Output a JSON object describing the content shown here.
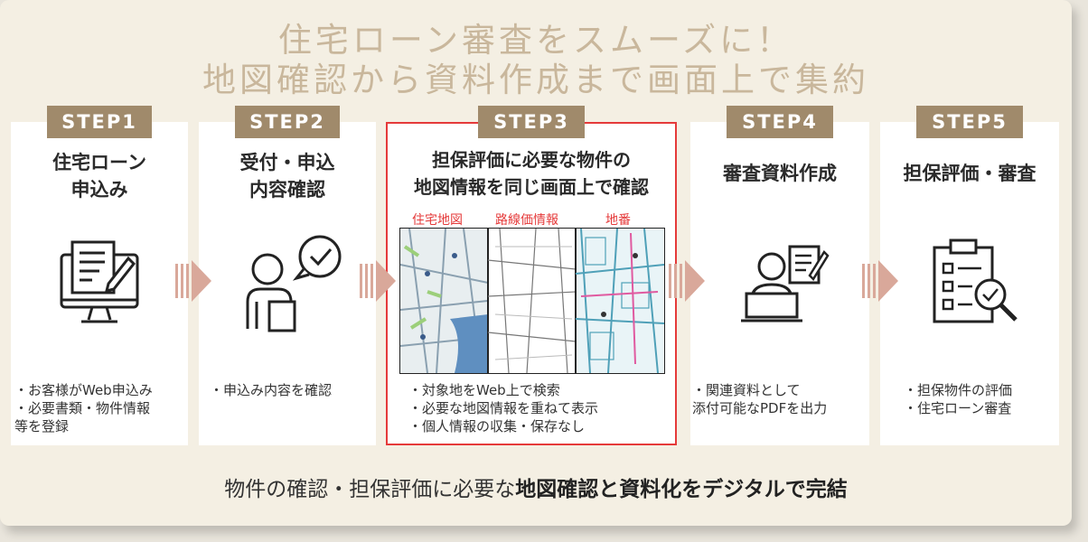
{
  "title": {
    "line1": "住宅ローン審査をスムーズに！",
    "line2": "地図確認から資料作成まで画面上で集約"
  },
  "steps": [
    {
      "label": "STEP1",
      "title": "住宅ローン\n申込み",
      "bullets": [
        "・お客様がWeb申込み",
        "・必要書類・物件情報\n  等を登録"
      ],
      "icon": "document-monitor-icon"
    },
    {
      "label": "STEP2",
      "title": "受付・申込\n内容確認",
      "bullets": [
        "・申込み内容を確認"
      ],
      "icon": "person-check-icon"
    },
    {
      "label": "STEP3",
      "title": "担保評価に必要な物件の\n地図情報を同じ画面上で確認",
      "bullets": [
        "・対象地をWeb上で検索",
        "・必要な地図情報を重ねて表示",
        "・個人情報の収集・保存なし"
      ],
      "icon": "map-panels"
    },
    {
      "label": "STEP4",
      "title": "審査資料作成",
      "bullets": [
        "・関連資料として\n  添付可能なPDFを出力"
      ],
      "icon": "person-laptop-document-icon"
    },
    {
      "label": "STEP5",
      "title": "担保評価・審査",
      "bullets": [
        "・担保物件の評価",
        "・住宅ローン審査"
      ],
      "icon": "clipboard-checklist-search-icon"
    }
  ],
  "map_labels": [
    "住宅地図",
    "路線価情報",
    "地番"
  ],
  "footer": {
    "prefix": "物件の確認・担保評価に必要な",
    "bold1": "地図確認",
    "mid": "と",
    "bold2": "資料化をデジタルで完結"
  },
  "colors": {
    "background": "#f4efe3",
    "step_badge": "#a08a6b",
    "title": "#c9b79c",
    "highlight": "#e53a3a",
    "arrow": "#d9a89a"
  }
}
